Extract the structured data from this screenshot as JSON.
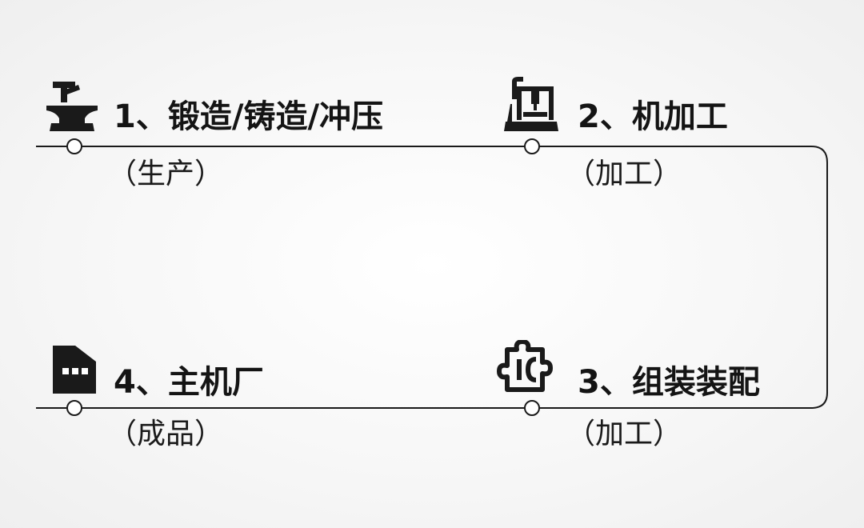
{
  "steps": [
    {
      "title": "1、锻造/铸造/冲压",
      "subtitle": "（生产）",
      "icon": "forging-anvil-icon"
    },
    {
      "title": "2、机加工",
      "subtitle": "（加工）",
      "icon": "cnc-machine-icon"
    },
    {
      "title": "3、组装装配",
      "subtitle": "（加工）",
      "icon": "puzzle-piece-icon"
    },
    {
      "title": "4、主机厂",
      "subtitle": "（成品）",
      "icon": "factory-icon"
    }
  ],
  "colors": {
    "line": "#1a1a1a",
    "icon": "#1a1a1a",
    "node_fill": "#ffffff"
  }
}
